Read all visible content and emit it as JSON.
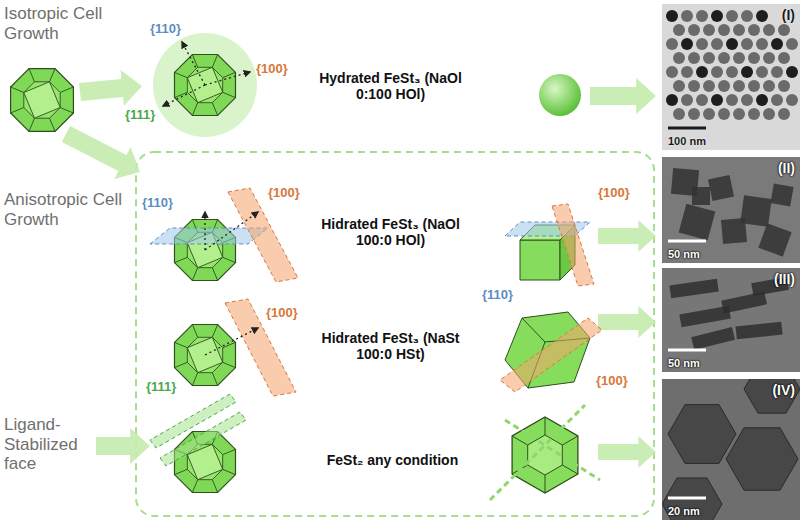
{
  "diagram": {
    "nodes": [
      {
        "text": [
          "(I)",
          "100 nm"
        ]
      },
      {
        "text": [
          "(II)",
          "50 nm"
        ]
      },
      {
        "text": [
          "(III)",
          "50 nm"
        ]
      },
      {
        "text": [
          "(IV)",
          "20 nm"
        ]
      }
    ],
    "labels": [
      "Isotropic Cell Growth",
      "{110}",
      "{100}",
      "{111}",
      "Hydrated FeSt₃ (NaOl 0:100 HOl)",
      "Anisotropic Cell Growth",
      "{110}",
      "{100}",
      "Hidrated FeSt₃ (NaOl 100:0 HOl)",
      "{100}",
      "{110}",
      "{100}",
      "Hidrated FeSt₃ (NaSt 100:0 HSt)",
      "{100}",
      "Ligand-Stabilized face",
      "{111}",
      "FeSt₂ any condition"
    ]
  }
}
